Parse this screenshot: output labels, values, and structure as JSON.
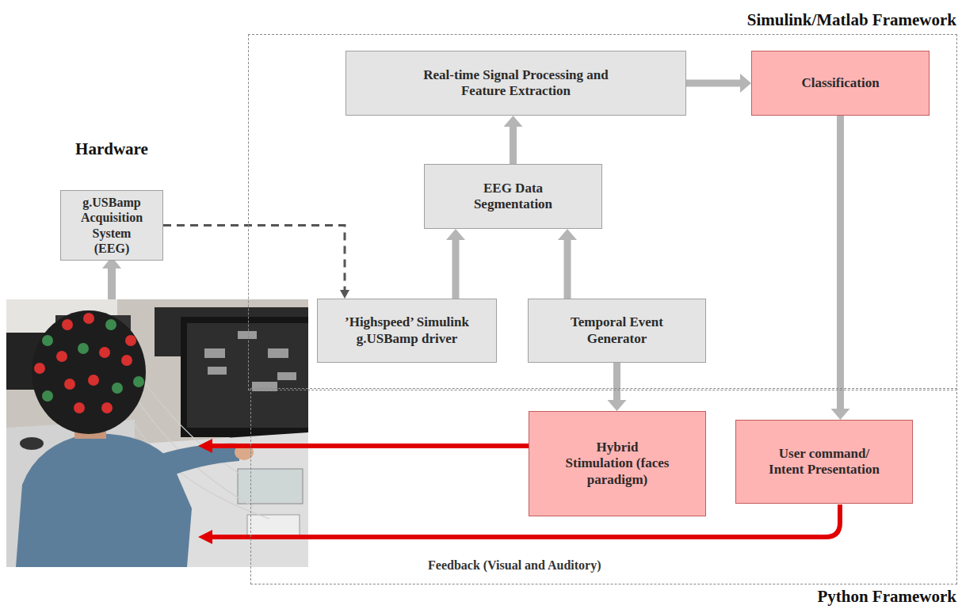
{
  "diagram": {
    "nodes": [
      {
        "text": [
          "Simulink/Matlab Framework"
        ]
      },
      {
        "text": [
          "Real-time Signal Processing and Feature Extraction"
        ],
        "in": 0
      },
      {
        "text": [
          "Classification"
        ],
        "in": 0
      },
      {
        "text": [
          "g.USBamp Acquisition System (EEG)"
        ]
      },
      {
        "text": [
          "EEG Data Segmentation"
        ],
        "in": 0
      },
      {
        "text": [
          "’Highspeed’ Simulink g.USBamp driver"
        ],
        "in": 0
      },
      {
        "text": [
          "Temporal Event Generator"
        ],
        "in": 0
      },
      {
        "text": [
          "Python Framework"
        ]
      },
      {
        "text": [
          "Hybrid Stimulation (faces paradigm)"
        ],
        "in": 7
      },
      {
        "text": [
          "User command/ Intent Presentation"
        ],
        "in": 7
      }
    ],
    "edges": [
      {
        "from": 3,
        "to": 5,
        "arrow": "to"
      },
      {
        "from": 5,
        "to": 4,
        "arrow": "to"
      },
      {
        "from": 6,
        "to": 4,
        "arrow": "to"
      },
      {
        "from": 4,
        "to": 1,
        "arrow": "to"
      },
      {
        "from": 1,
        "to": 2,
        "arrow": "to"
      },
      {
        "from": 2,
        "to": 9,
        "arrow": "to"
      },
      {
        "from": 6,
        "to": 8,
        "arrow": "to"
      }
    ],
    "labels": [
      "Hardware",
      "Feedback (Visual and Auditory)"
    ]
  }
}
